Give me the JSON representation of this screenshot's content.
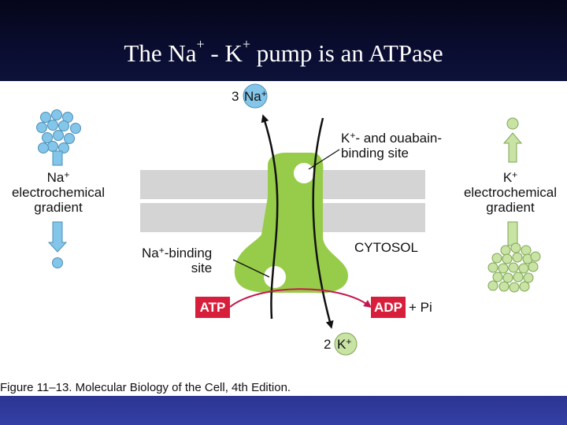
{
  "title": {
    "pre": "The Na",
    "sup1": "+",
    "mid": " - K",
    "sup2": "+",
    "post": " pump is an ATPase"
  },
  "labels": {
    "na_top": {
      "count": "3",
      "ion": "Na",
      "charge": "+"
    },
    "k_bottom": {
      "count": "2",
      "ion": "K",
      "charge": "+"
    },
    "k_site_line1_ion": "K",
    "k_site_line1_charge": "+",
    "k_site_line1_rest": "- and ouabain-",
    "k_site_line2": "binding site",
    "na_site_line1_ion": "Na",
    "na_site_line1_charge": "+",
    "na_site_line1_rest": "-binding",
    "na_site_line2": "site",
    "cytosol": "CYTOSOL",
    "atp": "ATP",
    "adp": "ADP",
    "pi": "+ Pi",
    "na_gradient": {
      "ion": "Na",
      "charge": "+",
      "line2": "electrochemical",
      "line3": "gradient"
    },
    "k_gradient": {
      "ion": "K",
      "charge": "+",
      "line2": "electrochemical",
      "line3": "gradient"
    }
  },
  "caption": "Figure 11–13. Molecular Biology of the Cell, 4th Edition.",
  "colors": {
    "title_bg": "#0b0e33",
    "bottom_bar": "#343fa6",
    "na_ion": "#84c6ea",
    "k_ion": "#c8e3a4",
    "pump": "#97cc4a",
    "membrane": "#d4d4d4",
    "atp_box": "#d71f3c",
    "reaction_arrow": "#c3184d"
  }
}
